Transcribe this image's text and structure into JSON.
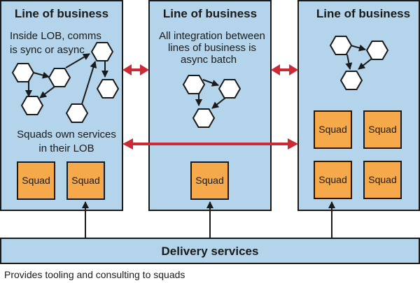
{
  "colors": {
    "lob_fill": "#b3d4ea",
    "squad_fill": "#f6a94b",
    "outline": "#1a1a1a",
    "integration_arrow": "#cc2a35",
    "hex_fill": "#ffffff"
  },
  "lobs": [
    {
      "title": "Line of business",
      "note_lines": [
        "Inside LOB, comms",
        "is sync or async"
      ],
      "squads_note_lines": [
        "Squads own services",
        "in their LOB"
      ],
      "squads": [
        "Squad",
        "Squad"
      ]
    },
    {
      "title": "Line of business",
      "note_lines": [
        "All integration between",
        "lines of business is",
        "async batch"
      ],
      "squads": [
        "Squad"
      ]
    },
    {
      "title": "Line of business",
      "note_lines": [],
      "squads": [
        "Squad",
        "Squad",
        "Squad",
        "Squad"
      ]
    }
  ],
  "delivery": {
    "title": "Delivery services",
    "caption": "Provides tooling and consulting to squads"
  },
  "icons": {
    "service_node": "hexagon-icon",
    "integration_arrow": "double-headed-arrow-icon",
    "support_arrow": "up-arrow-icon"
  }
}
